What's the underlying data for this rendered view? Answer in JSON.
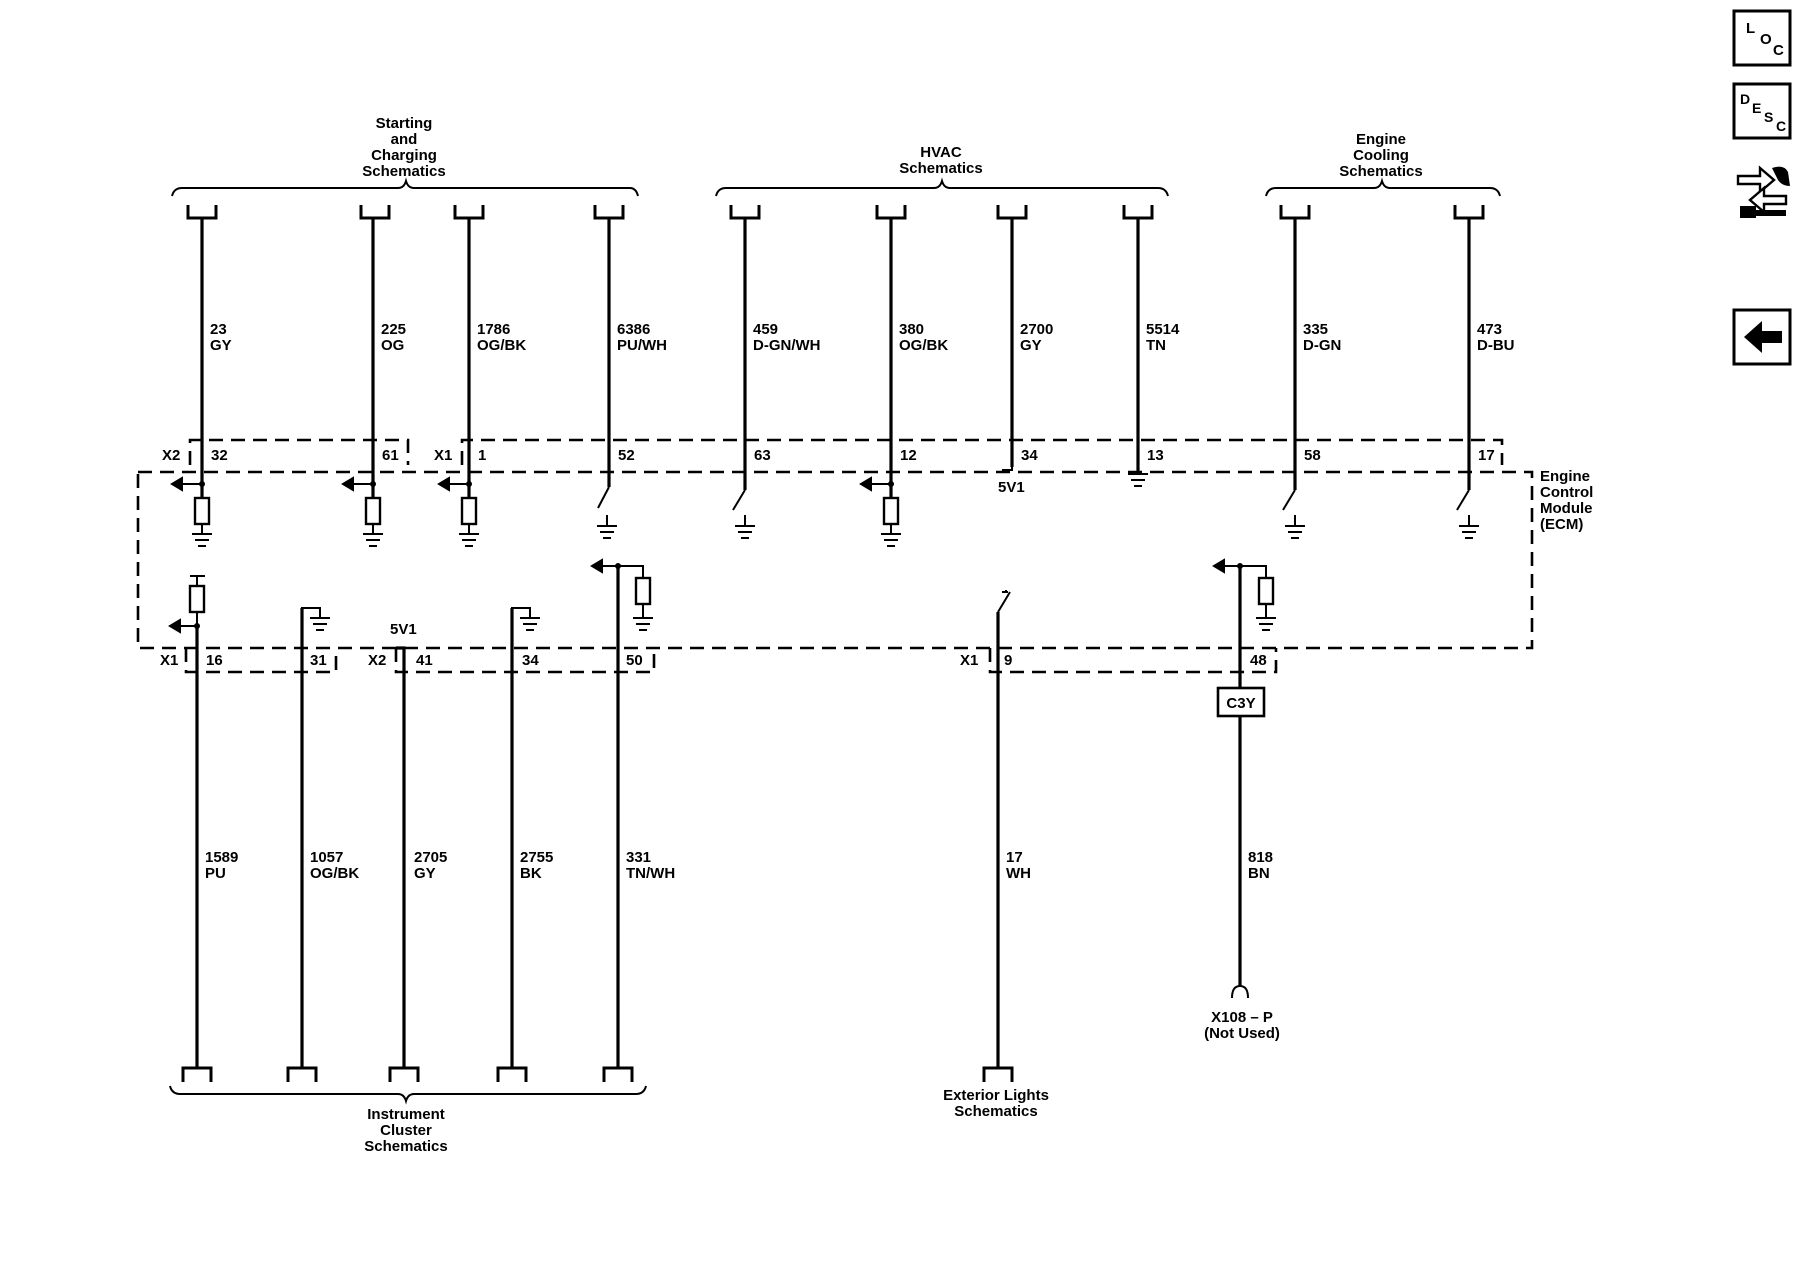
{
  "diagram": {
    "top_groups": [
      {
        "id": "starting",
        "title": [
          "Starting",
          "and",
          "Charging",
          "Schematics"
        ]
      },
      {
        "id": "hvac",
        "title": [
          "HVAC",
          "Schematics"
        ]
      },
      {
        "id": "cooling",
        "title": [
          "Engine",
          "Cooling",
          "Schematics"
        ]
      }
    ],
    "bottom_groups": [
      {
        "id": "cluster",
        "title": [
          "Instrument",
          "Cluster",
          "Schematics"
        ]
      },
      {
        "id": "exterior",
        "title": [
          "Exterior Lights",
          "Schematics"
        ]
      }
    ],
    "module": {
      "label": [
        "Engine",
        "Control",
        "Module",
        "(ECM)"
      ]
    },
    "top_connectors": [
      {
        "id": "x2t",
        "label": "X2"
      },
      {
        "id": "x1t",
        "label": "X1"
      }
    ],
    "bottom_connectors": [
      {
        "id": "x1b",
        "label": "X1"
      },
      {
        "id": "x2b",
        "label": "X2"
      },
      {
        "id": "x1c",
        "label": "X1"
      }
    ],
    "top_circuits": [
      {
        "id": "c23",
        "circuit": "23",
        "color": "GY",
        "pin": "32"
      },
      {
        "id": "c225",
        "circuit": "225",
        "color": "OG",
        "pin": "61"
      },
      {
        "id": "c1786",
        "circuit": "1786",
        "color": "OG/BK",
        "pin": "1"
      },
      {
        "id": "c6386",
        "circuit": "6386",
        "color": "PU/WH",
        "pin": "52"
      },
      {
        "id": "c459",
        "circuit": "459",
        "color": "D-GN/WH",
        "pin": "63"
      },
      {
        "id": "c380",
        "circuit": "380",
        "color": "OG/BK",
        "pin": "12"
      },
      {
        "id": "c2700",
        "circuit": "2700",
        "color": "GY",
        "pin": "34"
      },
      {
        "id": "c5514",
        "circuit": "5514",
        "color": "TN",
        "pin": "13"
      },
      {
        "id": "c335",
        "circuit": "335",
        "color": "D-GN",
        "pin": "58"
      },
      {
        "id": "c473",
        "circuit": "473",
        "color": "D-BU",
        "pin": "17"
      }
    ],
    "bottom_circuits": [
      {
        "id": "c1589",
        "circuit": "1589",
        "color": "PU",
        "pin": "16"
      },
      {
        "id": "c1057",
        "circuit": "1057",
        "color": "OG/BK",
        "pin": "31"
      },
      {
        "id": "c2705",
        "circuit": "2705",
        "color": "GY",
        "pin": "41"
      },
      {
        "id": "c2755",
        "circuit": "2755",
        "color": "BK",
        "pin": "34"
      },
      {
        "id": "c331",
        "circuit": "331",
        "color": "TN/WH",
        "pin": "50"
      },
      {
        "id": "c17",
        "circuit": "17",
        "color": "WH",
        "pin": "9"
      },
      {
        "id": "c818",
        "circuit": "818",
        "color": "BN",
        "pin": "48"
      }
    ],
    "ref_5v_top": "5V1",
    "ref_5v_bottom": "5V1",
    "inline_connector": "C3Y",
    "not_used": {
      "connector": "X108 – P",
      "note": "(Not Used)"
    }
  },
  "nav": {
    "loc": [
      "L",
      "O",
      "C"
    ],
    "desc": [
      "D",
      "E",
      "S",
      "C"
    ],
    "icons": [
      "loc-icon",
      "desc-icon",
      "connector-swap-icon",
      "back-arrow-icon"
    ]
  }
}
